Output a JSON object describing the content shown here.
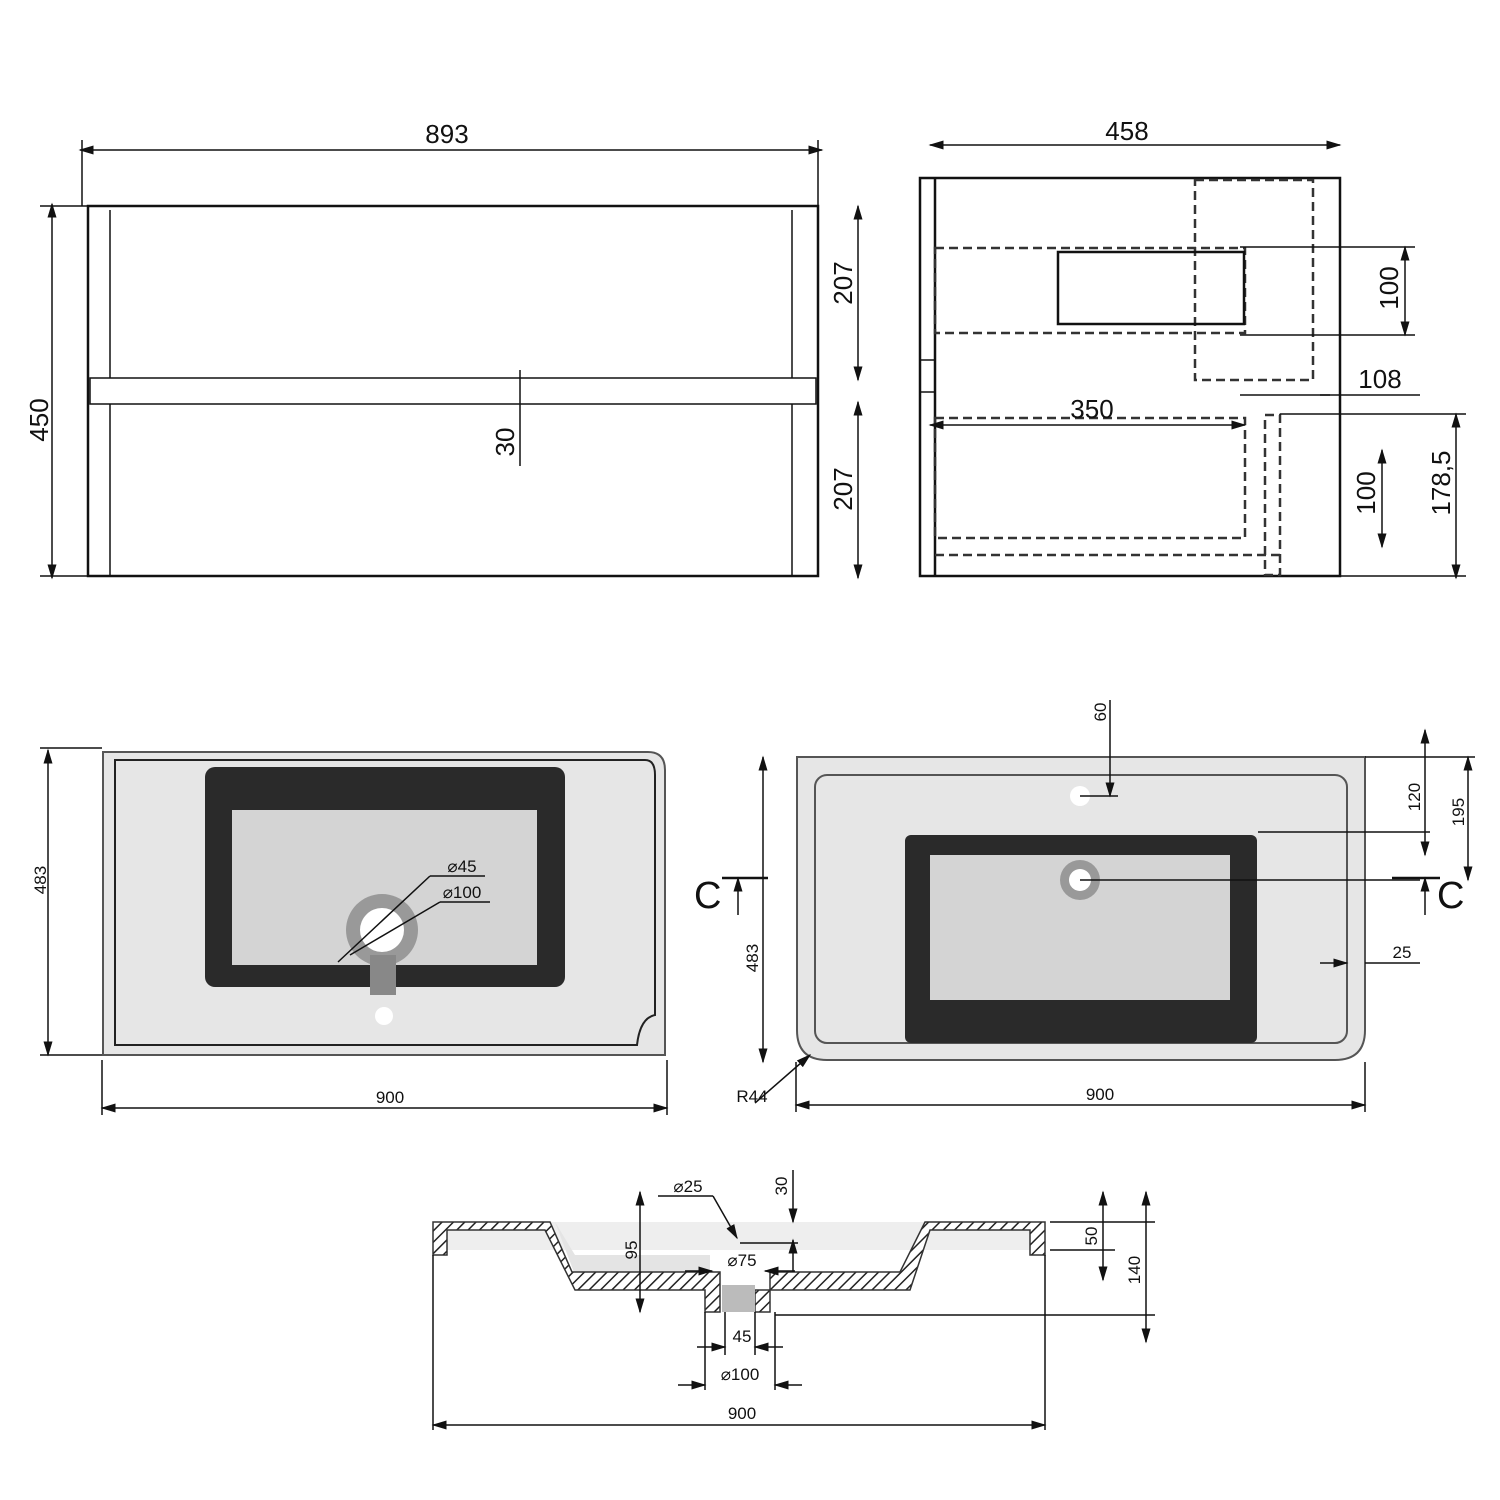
{
  "cabinet_front": {
    "width": "893",
    "height": "450",
    "upper_drawer": "207",
    "lower_drawer": "207",
    "gap": "30"
  },
  "cabinet_side": {
    "depth": "458",
    "upper_inner": "100",
    "offset": "108",
    "drawer_depth": "350",
    "lower_inner": "100",
    "lower_height": "178,5"
  },
  "basin_top_left": {
    "depth": "483",
    "drain_inner": "⌀45",
    "drain_outer": "⌀100",
    "width": "900"
  },
  "basin_top_right": {
    "tap_offset": "60",
    "bowl_offset": "120",
    "drain_offset": "195",
    "section_left": "C",
    "section_right": "C",
    "depth": "483",
    "rim": "25",
    "radius": "R44",
    "width": "900"
  },
  "section_cc": {
    "tap_hole": "⌀25",
    "tap_depth": "30",
    "bowl_depth": "95",
    "drain_top": "⌀75",
    "rim_height": "50",
    "total_height": "140",
    "drain_inner": "45",
    "drain_outer": "⌀100",
    "width": "900"
  }
}
